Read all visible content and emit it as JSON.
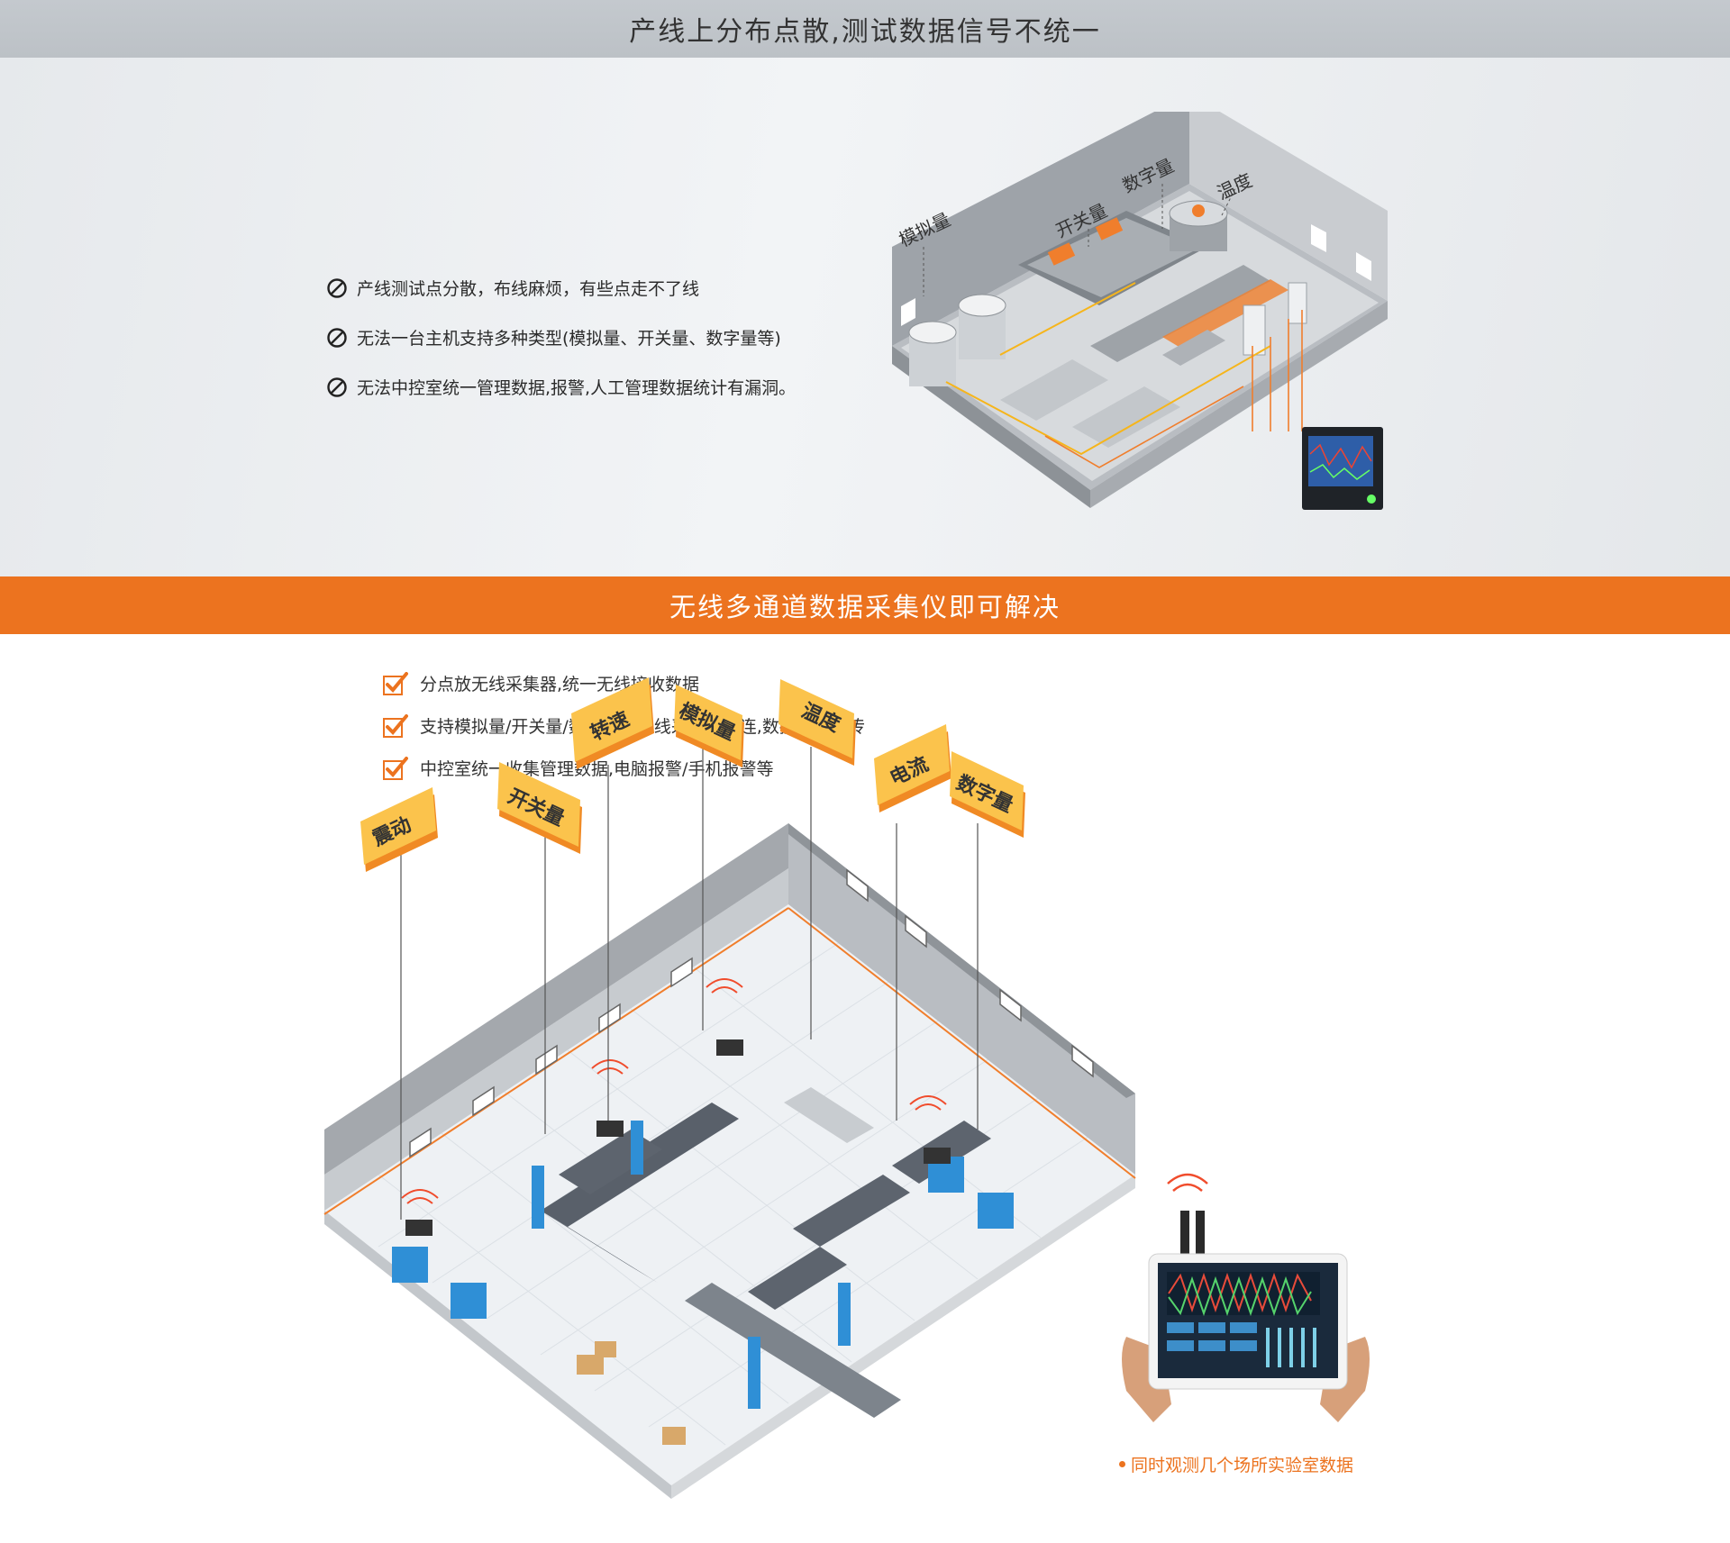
{
  "top_banner": {
    "title": "产线上分布点散,测试数据信号不统一"
  },
  "problems": {
    "items": [
      "产线测试点分散，布线麻烦，有些点走不了线",
      "无法一台主机支持多种类型(模拟量、开关量、数字量等)",
      "无法中控室统一管理数据,报警,人工管理数据统计有漏洞。"
    ],
    "icon": "ban-icon"
  },
  "factory_top": {
    "labels": {
      "analog": "模拟量",
      "switch": "开关量",
      "digital": "数字量",
      "temp": "温度"
    }
  },
  "orange_banner": {
    "title": "无线多通道数据采集仪即可解决"
  },
  "solutions": {
    "items": [
      "分点放无线采集器,统一无线接收数据",
      "支持模拟量/开关量/数字量等无线采集器拼连,数据统一上传",
      "中控室统一收集管理数据,电脑报警/手机报警等"
    ],
    "icon": "check-icon"
  },
  "factory_bottom": {
    "tags": {
      "vibration": "震动",
      "switch": "开关量",
      "speed": "转速",
      "analog": "模拟量",
      "temp": "温度",
      "current": "电流",
      "digital": "数字量"
    }
  },
  "caption": "同时观测几个场所实验室数据",
  "colors": {
    "accent": "#ec731f",
    "tag": "#fbc34c",
    "tag_edge": "#f08a24"
  }
}
